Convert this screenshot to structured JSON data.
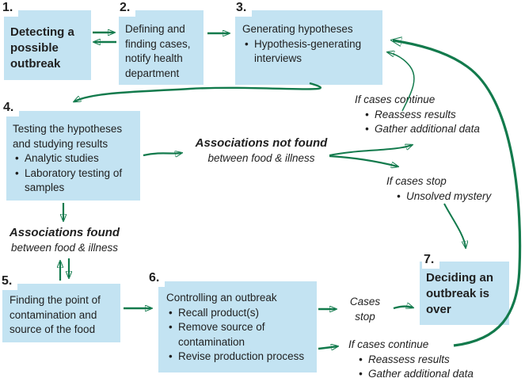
{
  "colors": {
    "box_fill": "#c3e3f2",
    "arrow": "#127a4c",
    "text": "#1f1f1f"
  },
  "steps": [
    {
      "number": "1.",
      "title": "Detecting a possible outbreak",
      "bullets": []
    },
    {
      "number": "2.",
      "title": "Defining and finding cases, notify health department",
      "bullets": []
    },
    {
      "number": "3.",
      "title": "Generating hypotheses",
      "bullets": [
        "Hypothesis-generating interviews"
      ]
    },
    {
      "number": "4.",
      "title": "Testing the hypotheses and studying results",
      "bullets": [
        "Analytic studies",
        "Laboratory testing of samples"
      ]
    },
    {
      "number": "5.",
      "title": "Finding the point of contamination and source of the food",
      "bullets": []
    },
    {
      "number": "6.",
      "title": "Controlling an outbreak",
      "bullets": [
        "Recall product(s)",
        "Remove source of contamination",
        "Revise production process"
      ]
    },
    {
      "number": "7.",
      "title": "Deciding an outbreak is over",
      "bullets": []
    }
  ],
  "annotations": {
    "associations_not_found": {
      "line1": "Associations not found",
      "line2": "between food & illness"
    },
    "if_cases_continue_top": {
      "label": "If cases continue",
      "bullets": [
        "Reassess results",
        "Gather additional data"
      ]
    },
    "if_cases_stop": {
      "label": "If cases stop",
      "bullets": [
        "Unsolved mystery"
      ]
    },
    "associations_found": {
      "line1": "Associations found",
      "line2": "between food & illness"
    },
    "cases_stop": {
      "line1": "Cases",
      "line2": "stop"
    },
    "if_cases_continue_bottom": {
      "label": "If cases continue",
      "bullets": [
        "Reassess results",
        "Gather additional data"
      ]
    }
  }
}
